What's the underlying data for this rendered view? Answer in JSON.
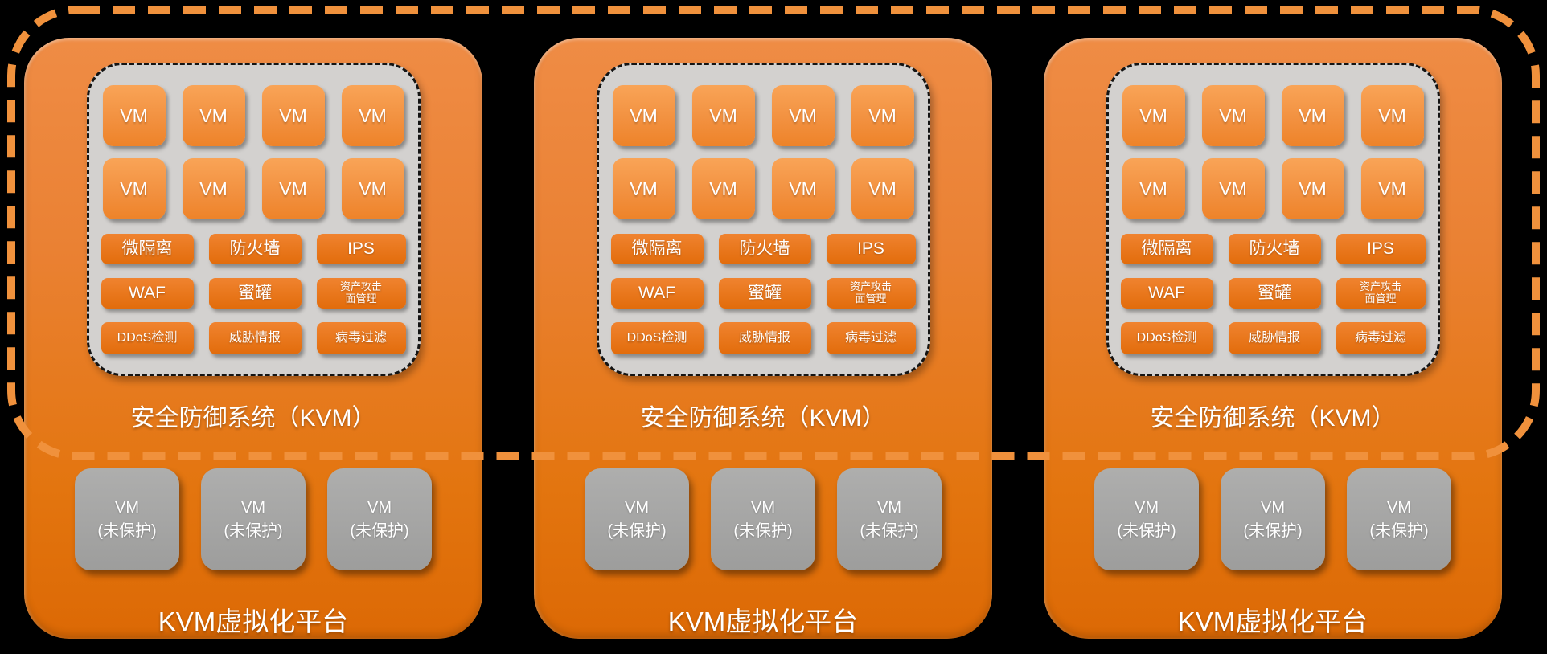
{
  "colors": {
    "background": "#000000",
    "frame_dash": "#F0913C",
    "panel_orange_top": "#EF8C45",
    "panel_orange_bottom": "#DC6905",
    "inner_container_gray": "#D3D1CF",
    "inner_container_border": "#141414",
    "vm_orange_top": "#F9A457",
    "vm_orange_bottom": "#EE8329",
    "tool_orange_top": "#F0832F",
    "tool_orange_bottom": "#E26C0B",
    "unprotected_gray": "#A5A5A4",
    "text": "#FFFFFF"
  },
  "panels": [
    {
      "defense_system_label": "安全防御系统（KVM）",
      "platform_label": "KVM虚拟化平台",
      "protected_vms": [
        "VM",
        "VM",
        "VM",
        "VM",
        "VM",
        "VM",
        "VM",
        "VM"
      ],
      "security_tools": [
        {
          "label": "微隔离",
          "size": "lg"
        },
        {
          "label": "防火墙",
          "size": "lg"
        },
        {
          "label": "IPS",
          "size": "lg"
        },
        {
          "label": "WAF",
          "size": "lg"
        },
        {
          "label": "蜜罐",
          "size": "lg"
        },
        {
          "label": "资产攻击",
          "label2": "面管理",
          "size": "sm"
        },
        {
          "label": "DDoS检测",
          "size": "md"
        },
        {
          "label": "威胁情报",
          "size": "md"
        },
        {
          "label": "病毒过滤",
          "size": "md"
        }
      ],
      "unprotected_vms": [
        {
          "line1": "VM",
          "line2": "(未保护)"
        },
        {
          "line1": "VM",
          "line2": "(未保护)"
        },
        {
          "line1": "VM",
          "line2": "(未保护)"
        }
      ]
    },
    {
      "defense_system_label": "安全防御系统（KVM）",
      "platform_label": "KVM虚拟化平台",
      "protected_vms": [
        "VM",
        "VM",
        "VM",
        "VM",
        "VM",
        "VM",
        "VM",
        "VM"
      ],
      "security_tools": [
        {
          "label": "微隔离",
          "size": "lg"
        },
        {
          "label": "防火墙",
          "size": "lg"
        },
        {
          "label": "IPS",
          "size": "lg"
        },
        {
          "label": "WAF",
          "size": "lg"
        },
        {
          "label": "蜜罐",
          "size": "lg"
        },
        {
          "label": "资产攻击",
          "label2": "面管理",
          "size": "sm"
        },
        {
          "label": "DDoS检测",
          "size": "md"
        },
        {
          "label": "威胁情报",
          "size": "md"
        },
        {
          "label": "病毒过滤",
          "size": "md"
        }
      ],
      "unprotected_vms": [
        {
          "line1": "VM",
          "line2": "(未保护)"
        },
        {
          "line1": "VM",
          "line2": "(未保护)"
        },
        {
          "line1": "VM",
          "line2": "(未保护)"
        }
      ]
    },
    {
      "defense_system_label": "安全防御系统（KVM）",
      "platform_label": "KVM虚拟化平台",
      "protected_vms": [
        "VM",
        "VM",
        "VM",
        "VM",
        "VM",
        "VM",
        "VM",
        "VM"
      ],
      "security_tools": [
        {
          "label": "微隔离",
          "size": "lg"
        },
        {
          "label": "防火墙",
          "size": "lg"
        },
        {
          "label": "IPS",
          "size": "lg"
        },
        {
          "label": "WAF",
          "size": "lg"
        },
        {
          "label": "蜜罐",
          "size": "lg"
        },
        {
          "label": "资产攻击",
          "label2": "面管理",
          "size": "sm"
        },
        {
          "label": "DDoS检测",
          "size": "md"
        },
        {
          "label": "威胁情报",
          "size": "md"
        },
        {
          "label": "病毒过滤",
          "size": "md"
        }
      ],
      "unprotected_vms": [
        {
          "line1": "VM",
          "line2": "(未保护)"
        },
        {
          "line1": "VM",
          "line2": "(未保护)"
        },
        {
          "line1": "VM",
          "line2": "(未保护)"
        }
      ]
    }
  ]
}
